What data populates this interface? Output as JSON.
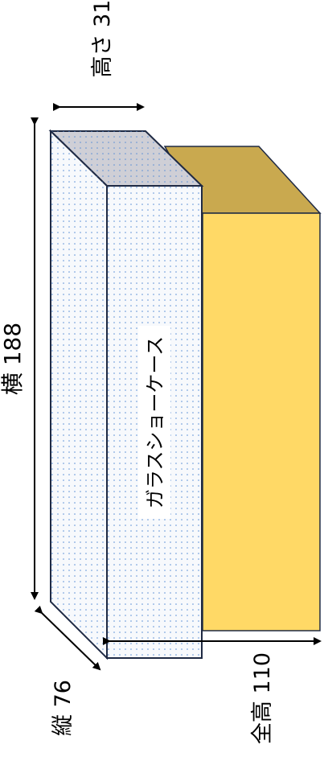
{
  "labels": {
    "height": "高さ 31",
    "width": "横 188",
    "depth": "縦 76",
    "total_height": "全高 110",
    "case_name": "ガラスショーケース"
  },
  "colors": {
    "glass_front": "#f7f9fc",
    "glass_dots": "#5b8fd6",
    "glass_top": "#cfcfd6",
    "glass_stroke": "#1f2a44",
    "cabinet_front": "#ffd966",
    "cabinet_top": "#c9a94f",
    "arrow": "#000000"
  }
}
